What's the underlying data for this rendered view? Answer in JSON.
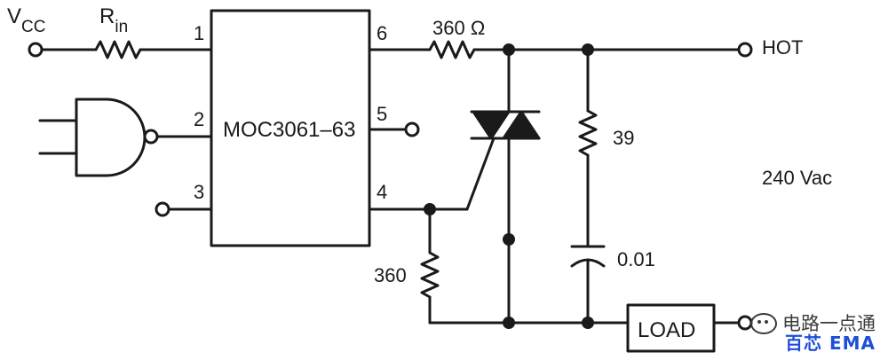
{
  "labels": {
    "vcc_main": "V",
    "vcc_sub": "CC",
    "rin_main": "R",
    "rin_sub": "in",
    "ic_name": "MOC3061–63",
    "pin1": "1",
    "pin2": "2",
    "pin3": "3",
    "pin4": "4",
    "pin5": "5",
    "pin6": "6",
    "r_360_ohm": "360 Ω",
    "r_39": "39",
    "c_001": "0.01",
    "r_360": "360",
    "hot": "HOT",
    "voltage": "240 Vac",
    "load": "LOAD"
  },
  "watermark": {
    "line1": "电路一点通",
    "line2": "百芯 EMA"
  }
}
